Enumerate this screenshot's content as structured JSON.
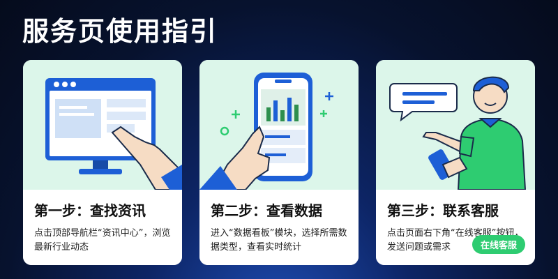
{
  "page": {
    "title": "服务页使用指引"
  },
  "steps": [
    {
      "title": "第一步：查找资讯",
      "desc": "点击顶部导航栏“资讯中心”，浏览最新行业动态"
    },
    {
      "title": "第二步：查看数据",
      "desc": "进入“数据看板”模块，选择所需数据类型，查看实时统计"
    },
    {
      "title": "第三步：联系客服",
      "desc": "点击页面右下角“在线客服”按钮，发送问题或需求",
      "button_label": "在线客服"
    }
  ],
  "colors": {
    "accent_blue": "#1d5fd6",
    "accent_green": "#2ecc71",
    "card_illustration_bg": "#dcf6ea"
  }
}
